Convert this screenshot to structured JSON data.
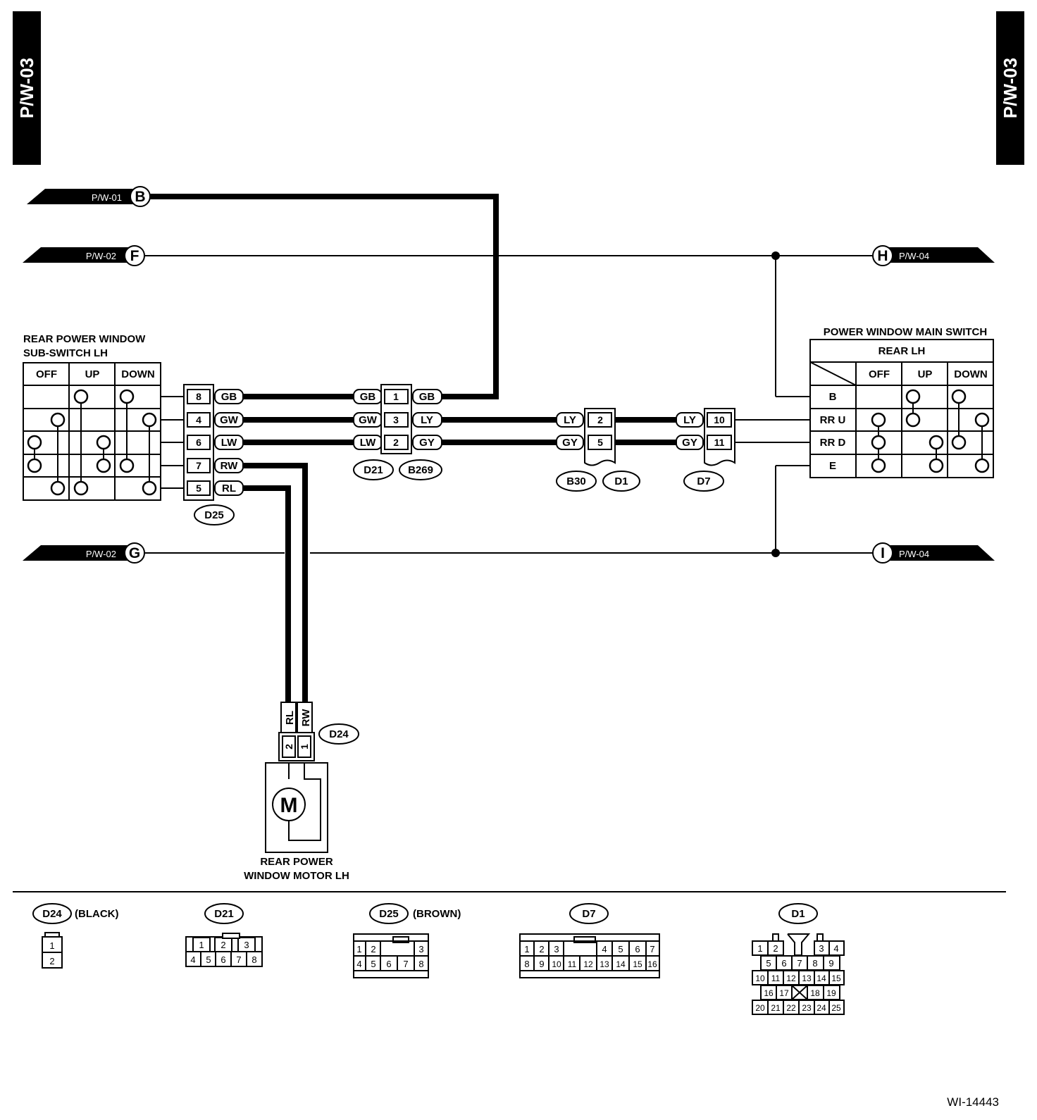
{
  "tabs": {
    "left": "P/W-03",
    "right": "P/W-03"
  },
  "page_refs": {
    "b": {
      "page": "P/W-01",
      "letter": "B"
    },
    "f": {
      "page": "P/W-02",
      "letter": "F"
    },
    "h": {
      "page": "P/W-04",
      "letter": "H"
    },
    "g": {
      "page": "P/W-02",
      "letter": "G"
    },
    "i": {
      "page": "P/W-04",
      "letter": "I"
    }
  },
  "sub_switch": {
    "title_line1": "REAR POWER WINDOW",
    "title_line2": "SUB-SWITCH LH",
    "columns": [
      "OFF",
      "UP",
      "DOWN"
    ]
  },
  "main_switch": {
    "title": "POWER WINDOW MAIN SWITCH",
    "subtitle": "REAR LH",
    "columns": [
      "OFF",
      "UP",
      "DOWN"
    ],
    "rows": [
      "B",
      "RR U",
      "RR D",
      "E"
    ]
  },
  "connector_d25": {
    "name": "D25",
    "pins": [
      "8",
      "4",
      "6",
      "7",
      "5"
    ],
    "wires": [
      "GB",
      "GW",
      "LW",
      "RW",
      "RL"
    ]
  },
  "connector_d21_b269": {
    "name_left": "D21",
    "name_right": "B269",
    "pins": [
      "1",
      "3",
      "2"
    ],
    "wires_left": [
      "GB",
      "GW",
      "LW"
    ],
    "wires_right": [
      "GB",
      "LY",
      "GY"
    ]
  },
  "connector_b30_d1": {
    "name_left": "B30",
    "name_right": "D1",
    "pins": [
      "2",
      "5"
    ],
    "wires_left": [
      "LY",
      "GY"
    ]
  },
  "connector_d7": {
    "name": "D7",
    "pins": [
      "10",
      "11"
    ],
    "wires_left": [
      "LY",
      "GY"
    ]
  },
  "motor": {
    "connector": "D24",
    "wires": [
      "RL",
      "RW"
    ],
    "pins": [
      "2",
      "1"
    ],
    "symbol": "M",
    "label_line1": "REAR POWER",
    "label_line2": "WINDOW MOTOR LH"
  },
  "legend": {
    "d24": {
      "name": "D24",
      "note": "(BLACK)",
      "pins": [
        "1",
        "2"
      ]
    },
    "d21": {
      "name": "D21",
      "pins_top": [
        "1",
        "2",
        "3"
      ],
      "pins_bottom": [
        "4",
        "5",
        "6",
        "7",
        "8"
      ]
    },
    "d25": {
      "name": "D25",
      "note": "(BROWN)",
      "pins_top": [
        "1",
        "2",
        "3"
      ],
      "pins_bottom": [
        "4",
        "5",
        "6",
        "7",
        "8"
      ]
    },
    "d7": {
      "name": "D7",
      "pins_top": [
        "1",
        "2",
        "3",
        "4",
        "5",
        "6",
        "7"
      ],
      "pins_bottom": [
        "8",
        "9",
        "10",
        "11",
        "12",
        "13",
        "14",
        "15",
        "16"
      ]
    },
    "d1": {
      "name": "D1",
      "row1": [
        "1",
        "2",
        "3",
        "4"
      ],
      "row2": [
        "5",
        "6",
        "7",
        "8",
        "9"
      ],
      "row3": [
        "10",
        "11",
        "12",
        "13",
        "14",
        "15"
      ],
      "row4": [
        "16",
        "17",
        "18",
        "19"
      ],
      "row5": [
        "20",
        "21",
        "22",
        "23",
        "24",
        "25"
      ]
    }
  },
  "figure_id": "WI-14443"
}
